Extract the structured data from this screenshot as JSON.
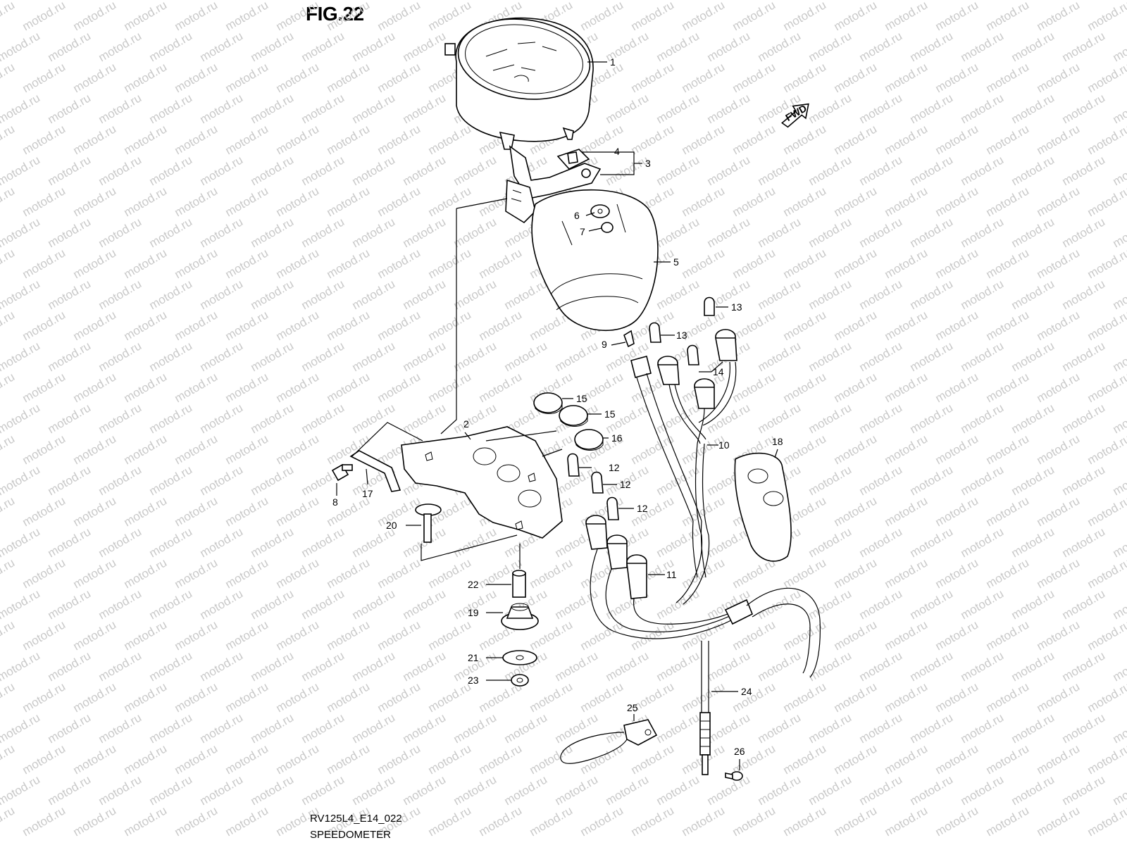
{
  "figure": {
    "title": "FIG.22",
    "code": "RV125L4_E14_022",
    "subtitle": "SPEEDOMETER",
    "fwd_label": "FWD",
    "watermark": "motod.ru"
  },
  "parts": [
    {
      "number": "1"
    },
    {
      "number": "2"
    },
    {
      "number": "3"
    },
    {
      "number": "4"
    },
    {
      "number": "5"
    },
    {
      "number": "6"
    },
    {
      "number": "7"
    },
    {
      "number": "8"
    },
    {
      "number": "9"
    },
    {
      "number": "10"
    },
    {
      "number": "11"
    },
    {
      "number": "12"
    },
    {
      "number": "13"
    },
    {
      "number": "14"
    },
    {
      "number": "15"
    },
    {
      "number": "16"
    },
    {
      "number": "17"
    },
    {
      "number": "18"
    },
    {
      "number": "19"
    },
    {
      "number": "20"
    },
    {
      "number": "21"
    },
    {
      "number": "22"
    },
    {
      "number": "23"
    },
    {
      "number": "24"
    },
    {
      "number": "25"
    },
    {
      "number": "26"
    }
  ],
  "colors": {
    "line": "#000000",
    "watermark": "#c9c9c9",
    "background": "#ffffff"
  }
}
